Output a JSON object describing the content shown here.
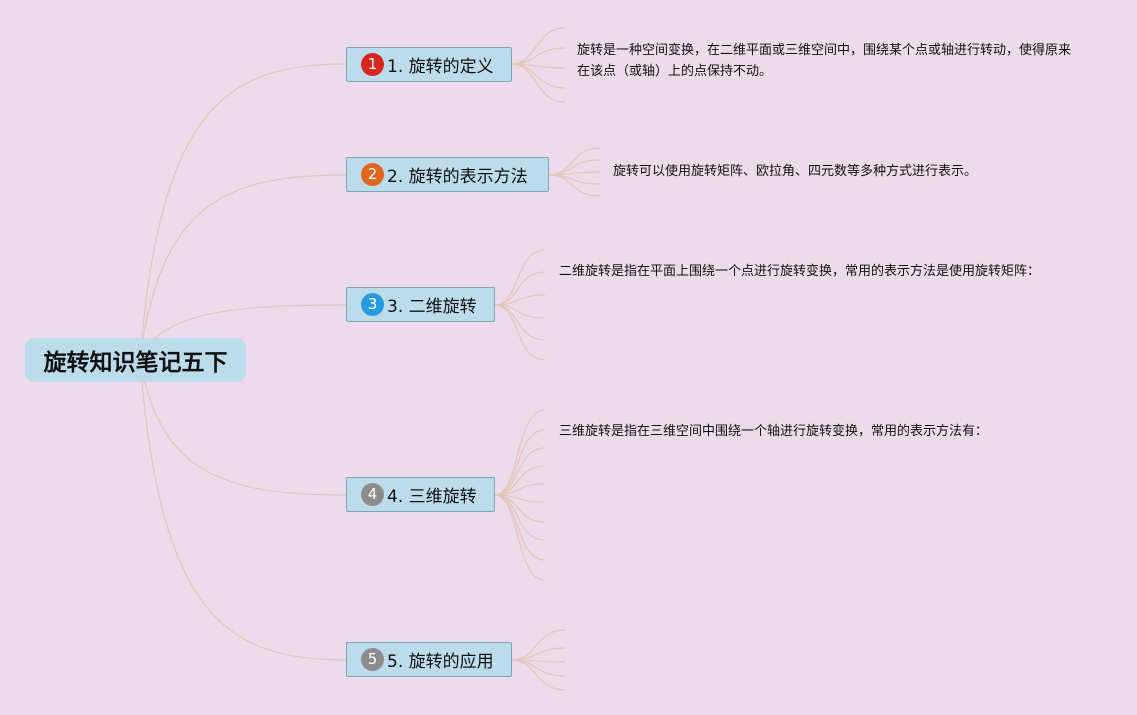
{
  "mindmap": {
    "root": {
      "title": "旋转知识笔记五下"
    },
    "topics": [
      {
        "number": "1",
        "label": "1. 旋转的定义",
        "badge_color": "#d7261e",
        "note": "旋转是一种空间变换，在二维平面或三维空间中，围绕某个点或轴进行转动，使得原来在该点（或轴）上的点保持不动。"
      },
      {
        "number": "2",
        "label": "2. 旋转的表示方法",
        "badge_color": "#e0661d",
        "note": "旋转可以使用旋转矩阵、欧拉角、四元数等多种方式进行表示。"
      },
      {
        "number": "3",
        "label": "3. 二维旋转",
        "badge_color": "#2a9be0",
        "note": "二维旋转是指在平面上围绕一个点进行旋转变换，常用的表示方法是使用旋转矩阵："
      },
      {
        "number": "4",
        "label": "4. 三维旋转",
        "badge_color": "#8c8c8c",
        "note": "三维旋转是指在三维空间中围绕一个轴进行旋转变换，常用的表示方法有："
      },
      {
        "number": "5",
        "label": "5. 旋转的应用",
        "badge_color": "#8c8c8c",
        "note": ""
      }
    ],
    "colors": {
      "background": "#ecdbea",
      "node_fill": "#bcdcec",
      "connector": "#e3c6b8"
    }
  }
}
